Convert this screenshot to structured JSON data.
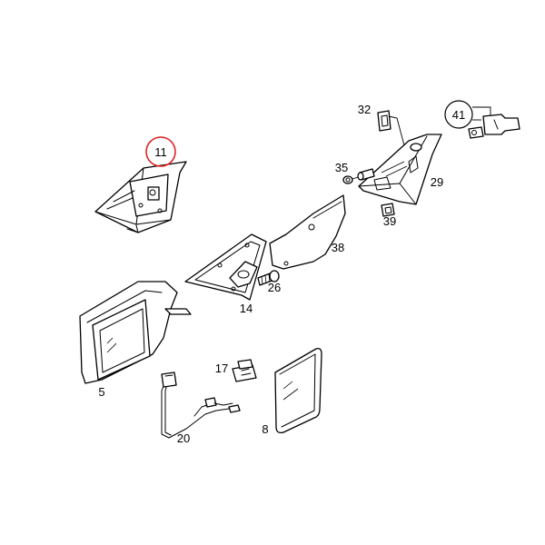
{
  "highlight_color": "#e02020",
  "line_color": "#000000",
  "labels": {
    "p11": "11",
    "p32": "32",
    "p41": "41",
    "p35": "35",
    "p29": "29",
    "p39": "39",
    "p38": "38",
    "p26": "26",
    "p14": "14",
    "p5": "5",
    "p17": "17",
    "p20": "20",
    "p8": "8"
  }
}
